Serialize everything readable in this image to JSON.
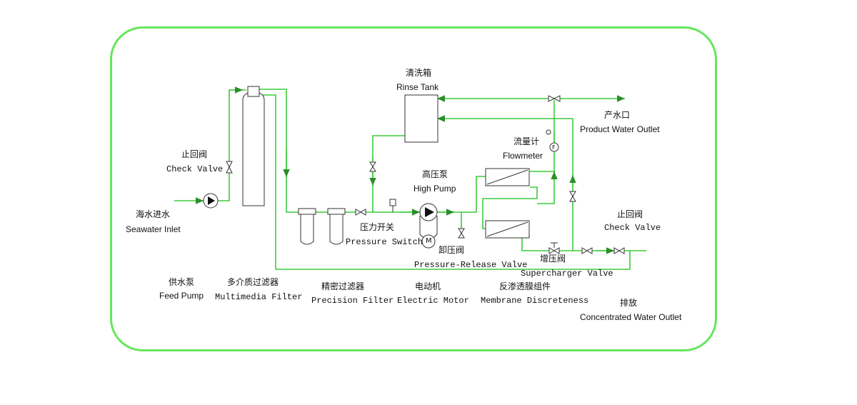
{
  "colors": {
    "pipe": "#3ccc3c",
    "frame": "#66e65a",
    "equipment": "#333333"
  },
  "labels": {
    "rinse_tank_cn": "清洗箱",
    "rinse_tank_en": "Rinse Tank",
    "product_outlet_cn": "产水口",
    "product_outlet_en": "Product Water Outlet",
    "flowmeter_cn": "流量计",
    "flowmeter_en": "Flowmeter",
    "check_valve_left_cn": "止回阀",
    "check_valve_left_en": "Check Valve",
    "high_pump_cn": "高压泵",
    "high_pump_en": "High Pump",
    "seawater_inlet_cn": "海水进水",
    "seawater_inlet_en": "Seawater Inlet",
    "pressure_switch_cn": "压力开关",
    "pressure_switch_en": "Pressure Switch",
    "check_valve_right_cn": "止回阀",
    "check_valve_right_en": "Check Valve",
    "release_valve_cn": "卸压阀",
    "release_valve_en": "Pressure-Release Valve",
    "supercharger_cn": "增压阀",
    "supercharger_en": "Supercharger Valve",
    "feed_pump_cn": "供水泵",
    "feed_pump_en": "Feed Pump",
    "multimedia_cn": "多介质过滤器",
    "multimedia_en": "Multimedia Filter",
    "precision_cn": "精密过滤器",
    "precision_en": "Precision Filter",
    "motor_cn": "电动机",
    "motor_en": "Electric Motor",
    "membrane_cn": "反渗透膜组件",
    "membrane_en": "Membrane Discreteness",
    "discharge_cn": "排放",
    "discharge_en": "Concentrated Water Outlet",
    "motor_symbol": "M",
    "flowmeter_symbol": "F"
  },
  "icons": [
    "pump-icon",
    "check-valve-icon",
    "gate-valve-icon",
    "pressure-gauge-icon",
    "flowmeter-icon",
    "filter-icon",
    "membrane-icon",
    "tank-icon",
    "motor-icon",
    "arrow-icon"
  ]
}
